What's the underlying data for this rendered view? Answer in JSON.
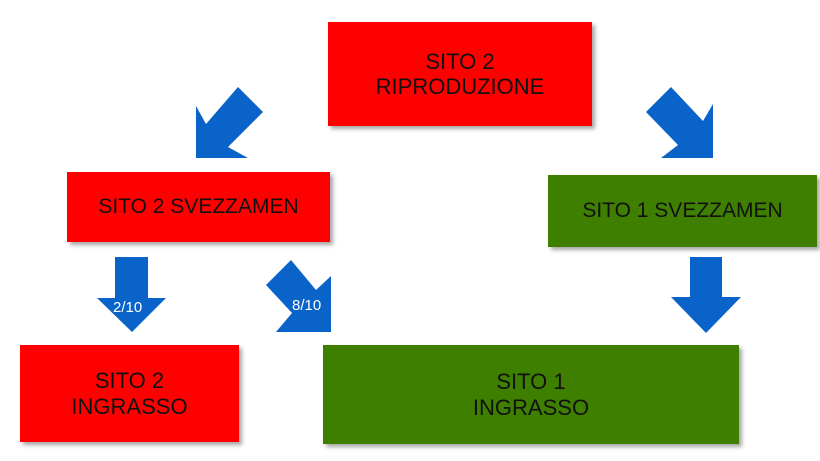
{
  "nodes": {
    "sito2_riproduzione": {
      "label": "SITO 2\nRIPRODUZIONE",
      "color": "#ff0000"
    },
    "sito2_svezzamen": {
      "label": "SITO 2 SVEZZAMEN",
      "color": "#ff0000"
    },
    "sito1_svezzamen": {
      "label": "SITO 1 SVEZZAMEN",
      "color": "#3f7f00"
    },
    "sito2_ingrasso": {
      "label": "SITO 2\nINGRASSO",
      "color": "#ff0000"
    },
    "sito1_ingrasso": {
      "label": "SITO 1\nINGRASSO",
      "color": "#3f7f00"
    }
  },
  "edges": [
    {
      "from": "SITO 2 RIPRODUZIONE",
      "to": "SITO 2 SVEZZAMEN",
      "label": ""
    },
    {
      "from": "SITO 2 RIPRODUZIONE",
      "to": "SITO 1 SVEZZAMEN",
      "label": ""
    },
    {
      "from": "SITO 2 SVEZZAMEN",
      "to": "SITO 2 INGRASSO",
      "label": "2/10"
    },
    {
      "from": "SITO 2 SVEZZAMEN",
      "to": "SITO 1 INGRASSO",
      "label": "8/10"
    },
    {
      "from": "SITO 1 SVEZZAMEN",
      "to": "SITO 1 INGRASSO",
      "label": ""
    }
  ],
  "colors": {
    "arrow": "#0a63c9",
    "red_box": "#ff0000",
    "green_box": "#3f7f00",
    "text": "#111111"
  }
}
